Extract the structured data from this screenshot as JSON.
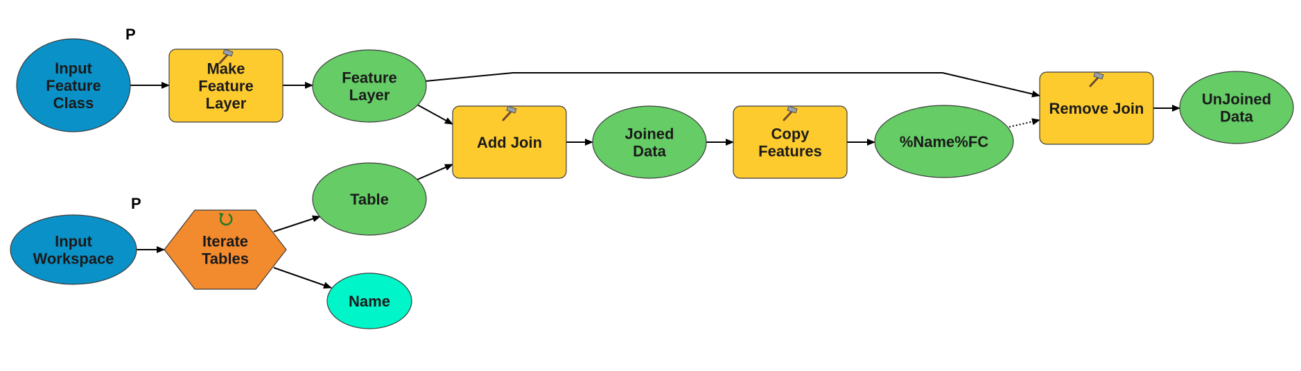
{
  "diagram": {
    "colors": {
      "input_variable": "#0a91c8",
      "tool": "#fecb2f",
      "iterator": "#f28a2e",
      "derived_data": "#65cc66",
      "iterator_output": "#00f5c8",
      "border": "#3c3c3c"
    },
    "nodes": [
      {
        "id": "input-feature-class",
        "label": "Input\nFeature\nClass",
        "kind": "input_variable",
        "param_flag": "P"
      },
      {
        "id": "make-feature-layer",
        "label": "Make\nFeature\nLayer",
        "kind": "tool",
        "icon": "hammer-icon"
      },
      {
        "id": "feature-layer",
        "label": "Feature\nLayer",
        "kind": "derived_data"
      },
      {
        "id": "add-join",
        "label": "Add Join",
        "kind": "tool",
        "icon": "hammer-icon"
      },
      {
        "id": "joined-data",
        "label": "Joined\nData",
        "kind": "derived_data"
      },
      {
        "id": "copy-features",
        "label": "Copy\nFeatures",
        "kind": "tool",
        "icon": "hammer-icon"
      },
      {
        "id": "name-fc",
        "label": "%Name%FC",
        "kind": "derived_data"
      },
      {
        "id": "remove-join",
        "label": "Remove Join",
        "kind": "tool",
        "icon": "hammer-icon"
      },
      {
        "id": "unjoined-data",
        "label": "UnJoined\nData",
        "kind": "derived_data"
      },
      {
        "id": "input-workspace",
        "label": "Input\nWorkspace",
        "kind": "input_variable",
        "param_flag": "P"
      },
      {
        "id": "iterate-tables",
        "label": "Iterate\nTables",
        "kind": "iterator",
        "icon": "iterate-icon"
      },
      {
        "id": "table",
        "label": "Table",
        "kind": "derived_data"
      },
      {
        "id": "name",
        "label": "Name",
        "kind": "iterator_output"
      }
    ],
    "edges": [
      {
        "from": "input-feature-class",
        "to": "make-feature-layer",
        "style": "solid"
      },
      {
        "from": "make-feature-layer",
        "to": "feature-layer",
        "style": "solid"
      },
      {
        "from": "feature-layer",
        "to": "add-join",
        "style": "solid"
      },
      {
        "from": "feature-layer",
        "to": "remove-join",
        "style": "solid"
      },
      {
        "from": "table",
        "to": "add-join",
        "style": "solid"
      },
      {
        "from": "add-join",
        "to": "joined-data",
        "style": "solid"
      },
      {
        "from": "joined-data",
        "to": "copy-features",
        "style": "solid"
      },
      {
        "from": "copy-features",
        "to": "name-fc",
        "style": "solid"
      },
      {
        "from": "name-fc",
        "to": "remove-join",
        "style": "dotted"
      },
      {
        "from": "remove-join",
        "to": "unjoined-data",
        "style": "solid"
      },
      {
        "from": "input-workspace",
        "to": "iterate-tables",
        "style": "solid"
      },
      {
        "from": "iterate-tables",
        "to": "table",
        "style": "solid"
      },
      {
        "from": "iterate-tables",
        "to": "name",
        "style": "solid"
      }
    ]
  }
}
